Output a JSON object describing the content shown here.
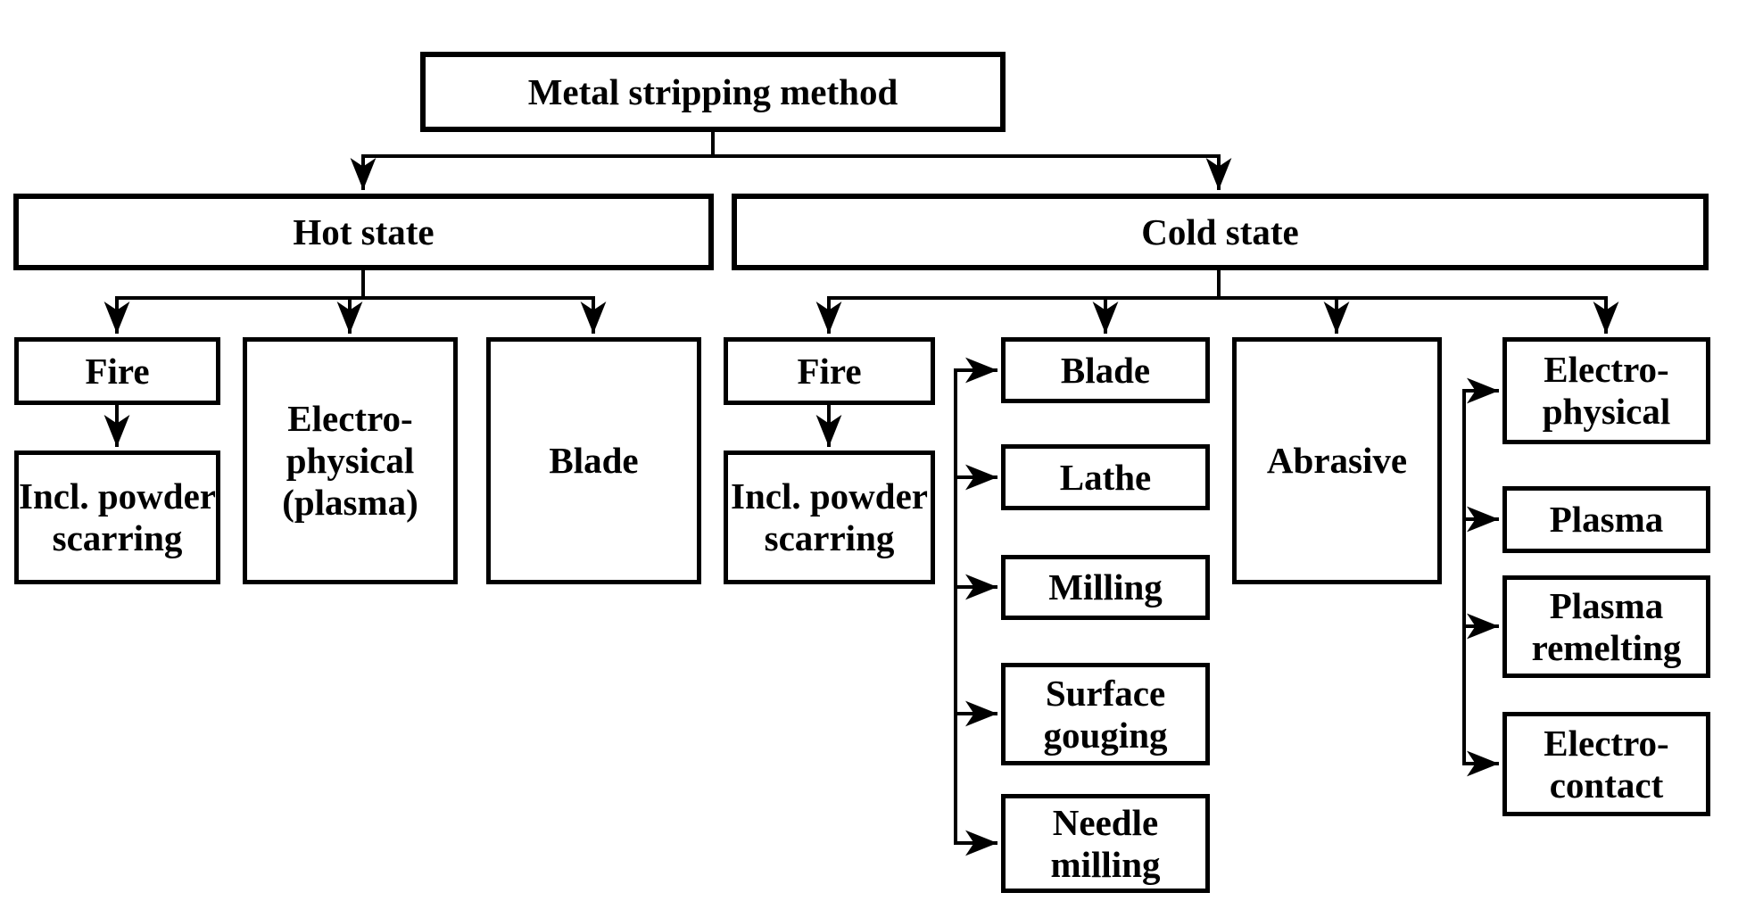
{
  "diagram": {
    "nodes": {
      "title": {
        "label": "Metal stripping method"
      },
      "hot": {
        "label": "Hot state"
      },
      "cold": {
        "label": "Cold state"
      },
      "hot_fire": {
        "label": "Fire"
      },
      "hot_incl_powder": {
        "label": "Incl. powder\nscarring"
      },
      "hot_electro": {
        "label": "Electro-\nphysical\n(plasma)"
      },
      "hot_blade": {
        "label": "Blade"
      },
      "cold_fire": {
        "label": "Fire"
      },
      "cold_incl_powder": {
        "label": "Incl. powder\nscarring"
      },
      "cold_blade": {
        "label": "Blade"
      },
      "lathe": {
        "label": "Lathe"
      },
      "milling": {
        "label": "Milling"
      },
      "surface_gouging": {
        "label": "Surface\ngouging"
      },
      "needle_milling": {
        "label": "Needle\nmilling"
      },
      "abrasive": {
        "label": "Abrasive"
      },
      "cold_electro": {
        "label": "Electro-\nphysical"
      },
      "plasma": {
        "label": "Plasma"
      },
      "plasma_remelting": {
        "label": "Plasma\nremelting"
      },
      "electro_contact": {
        "label": "Electro-\ncontact"
      }
    },
    "edges": [
      {
        "from": "Metal stripping method",
        "to": "Hot state"
      },
      {
        "from": "Metal stripping method",
        "to": "Cold state"
      },
      {
        "from": "Hot state",
        "to": "Fire"
      },
      {
        "from": "Hot state",
        "to": "Electro-physical (plasma)"
      },
      {
        "from": "Hot state",
        "to": "Blade"
      },
      {
        "from": "Fire (hot)",
        "to": "Incl. powder scarring"
      },
      {
        "from": "Cold state",
        "to": "Fire"
      },
      {
        "from": "Cold state",
        "to": "Blade"
      },
      {
        "from": "Cold state",
        "to": "Abrasive"
      },
      {
        "from": "Cold state",
        "to": "Electro-physical"
      },
      {
        "from": "Fire (cold)",
        "to": "Incl. powder scarring"
      },
      {
        "from": "mechanical list line",
        "to": "Blade"
      },
      {
        "from": "mechanical list line",
        "to": "Lathe"
      },
      {
        "from": "mechanical list line",
        "to": "Milling"
      },
      {
        "from": "mechanical list line",
        "to": "Surface gouging"
      },
      {
        "from": "mechanical list line",
        "to": "Needle milling"
      },
      {
        "from": "electro list line",
        "to": "Electro-physical"
      },
      {
        "from": "electro list line",
        "to": "Plasma"
      },
      {
        "from": "electro list line",
        "to": "Plasma remelting"
      },
      {
        "from": "electro list line",
        "to": "Electro-contact"
      }
    ],
    "colors": {
      "line": "#000000",
      "box_border": "#000000",
      "box_fill": "#ffffff",
      "background": "#ffffff"
    }
  }
}
